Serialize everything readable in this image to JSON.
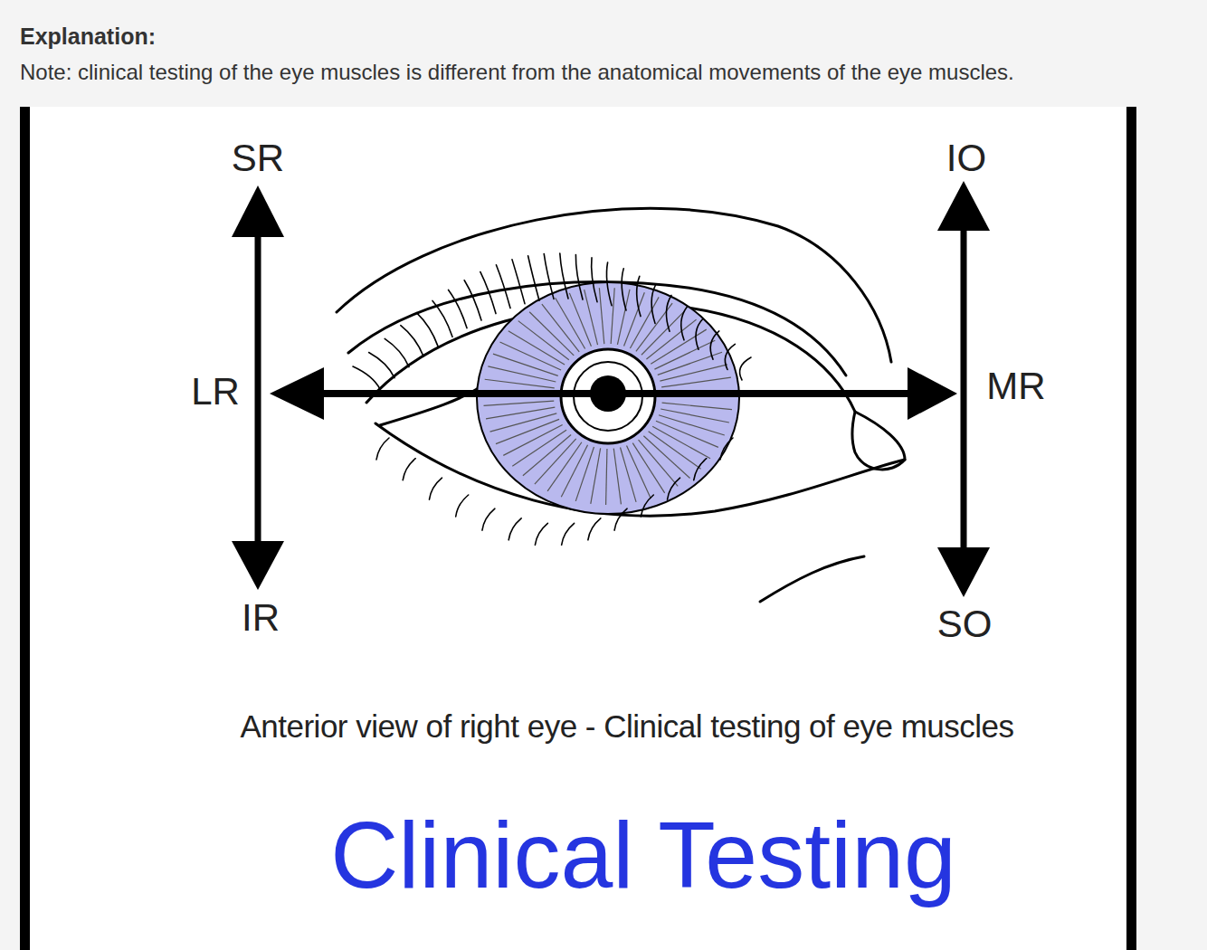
{
  "diagram": {
    "title": "Explanation:",
    "caption": "Anterior view of right eye - Clinical testing of eye muscles",
    "labels": [
      "Note: clinical testing of the eye muscles is different from the anatomical movements of the eye muscles.",
      "SR",
      "IO",
      "LR",
      "MR",
      "IR",
      "SO",
      "Clinical Testing"
    ]
  }
}
